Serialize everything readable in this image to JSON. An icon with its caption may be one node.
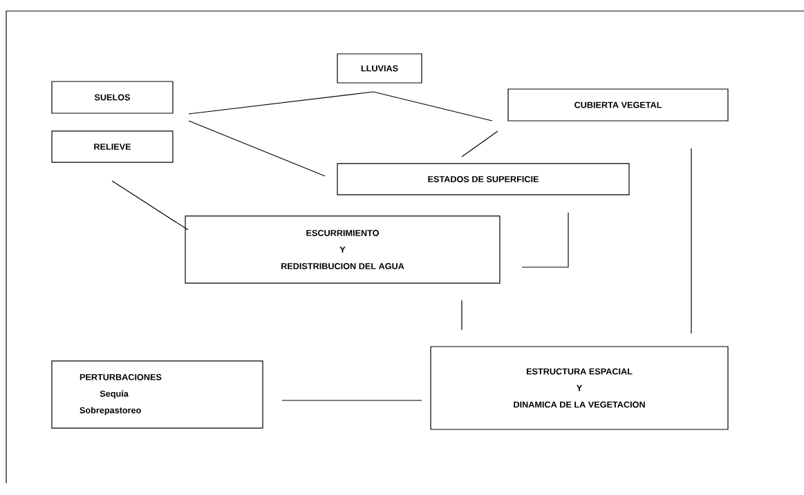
{
  "diagram": {
    "nodes": [
      {
        "text": [
          "LLUVIAS"
        ]
      },
      {
        "text": [
          "SUELOS"
        ]
      },
      {
        "text": [
          "CUBIERTA VEGETAL"
        ]
      },
      {
        "text": [
          "RELIEVE"
        ]
      },
      {
        "text": [
          "ESTADOS DE SUPERFICIE"
        ]
      },
      {
        "text": [
          "ESCURRIMIENTO",
          "Y",
          "REDISTRIBUCION DEL AGUA"
        ]
      },
      {
        "text": [
          "PERTURBACIONES",
          "Sequía",
          "Sobrepastoreo"
        ]
      },
      {
        "text": [
          "ESTRUCTURA ESPACIAL",
          "Y",
          "DINAMICA DE LA VEGETACION"
        ]
      }
    ],
    "edges": [
      {
        "from": 0,
        "to": 1,
        "arrow": "none"
      },
      {
        "from": 0,
        "to": 2,
        "arrow": "none"
      },
      {
        "from": 1,
        "to": 4,
        "arrow": "none"
      },
      {
        "from": 2,
        "to": 4,
        "arrow": "none"
      },
      {
        "from": 3,
        "to": 5,
        "arrow": "none"
      },
      {
        "from": 4,
        "to": 5,
        "arrow": "none"
      },
      {
        "from": 2,
        "to": 7,
        "arrow": "none"
      },
      {
        "from": 5,
        "to": 7,
        "arrow": "none"
      },
      {
        "from": 6,
        "to": 7,
        "arrow": "none"
      }
    ]
  }
}
